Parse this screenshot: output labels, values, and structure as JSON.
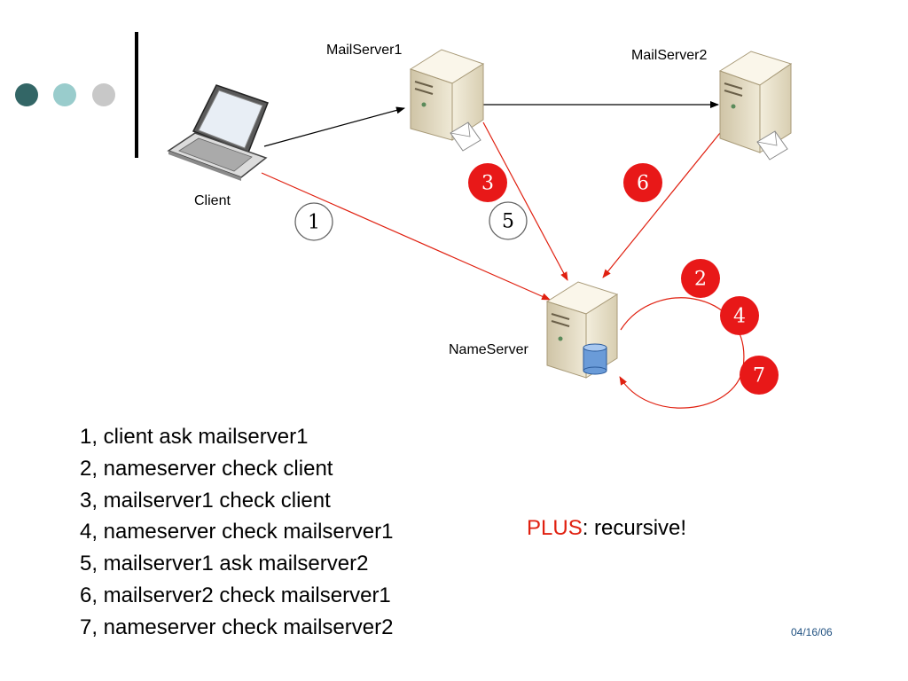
{
  "diagram": {
    "nodes": {
      "client": "Client",
      "mailserver1": "MailServer1",
      "mailserver2": "MailServer2",
      "nameserver": "NameServer"
    },
    "badges": [
      "1",
      "2",
      "3",
      "4",
      "5",
      "6",
      "7"
    ]
  },
  "steps": [
    "1, client ask mailserver1",
    "2, nameserver check client",
    "3, mailserver1 check client",
    "4, nameserver check mailserver1",
    "5, mailserver1 ask mailserver2",
    "6, mailserver2 check mailserver1",
    "7, nameserver check mailserver2"
  ],
  "note": {
    "keyword": "PLUS",
    "rest": ": recursive!"
  },
  "date": "04/16/06",
  "colors": {
    "accent_red": "#e02010",
    "dot_dark": "#336666",
    "dot_light": "#99cccc",
    "dot_gray": "#c8c8c8"
  }
}
